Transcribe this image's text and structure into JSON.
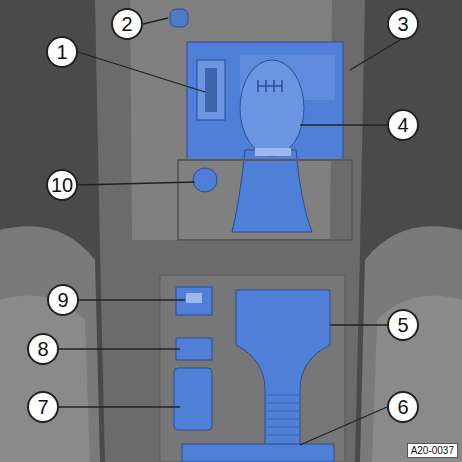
{
  "diagram": {
    "labels": [
      "1",
      "2",
      "3",
      "4",
      "5",
      "6",
      "7",
      "8",
      "9",
      "10",
      "A20-0037"
    ]
  }
}
